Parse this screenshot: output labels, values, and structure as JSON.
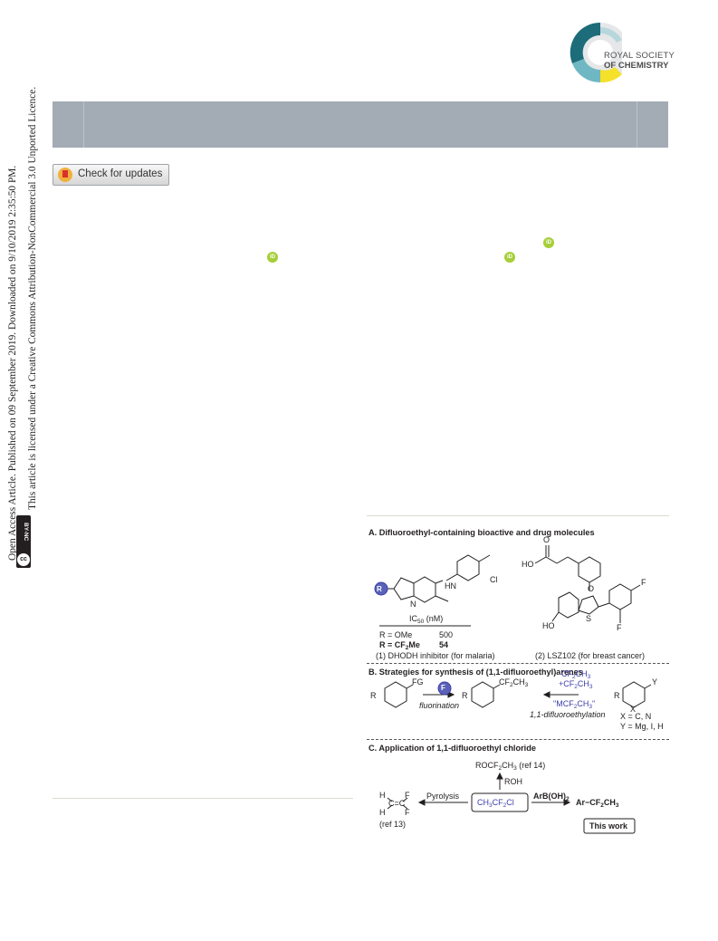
{
  "side": {
    "line1": "Open Access Article. Published on 09 September 2019. Downloaded on 9/10/2019 2:35:50 PM.",
    "line2": "This article is licensed under a Creative Commons Attribution-NonCommercial 3.0 Unported Licence.",
    "license_badge": "BY-NC",
    "cc_mark": "cc"
  },
  "logo": {
    "line1": "ROYAL SOCIETY",
    "line2": "OF CHEMISTRY",
    "colors": [
      "#1d6c7a",
      "#6fb8c3",
      "#f5e02a",
      "#4d4d4f"
    ]
  },
  "check_updates": "Check for updates",
  "orcid_label": "iD",
  "figure": {
    "section_a": "A. Difluoroethyl-containing bioactive and drug molecules",
    "a_hn": "HN",
    "a_cl": "Cl",
    "a_n": "N",
    "a_r": "R",
    "a_ic50_label": "IC",
    "a_ic50_sub": "50",
    "a_ic50_unit": " (nM)",
    "a_row1_label": "R = OMe",
    "a_row1_value": "500",
    "a_row2_label": "R = CF",
    "a_row2_sub": "2",
    "a_row2_tail": "Me",
    "a_row2_value": "54",
    "a_cap1": "(1) DHODH inhibitor (for malaria)",
    "a_o": "O",
    "a_ho": "HO",
    "a_f": "F",
    "a_s": "S",
    "a_cap2": "(2) LSZ102 (for breast cancer)",
    "section_b": "B. Strategies for synthesis of (1,1-difluoroethyl)arenes",
    "b_r": "R",
    "b_fg": "FG",
    "b_f": "F",
    "b_cf2ch3": "CF",
    "b_fluorination": "fluorination",
    "b_reag1": "·CF",
    "b_reag2": "+CF",
    "b_reag3": "\"MCF",
    "b_difluoroethylation": "1,1-difluoroethylation",
    "b_y": "Y",
    "b_x": "X",
    "b_xdef": "X = C, N",
    "b_ydef": "Y = Mg, I, H",
    "section_c": "C. Application of 1,1-difluoroethyl chloride",
    "c_top": "ROCF",
    "c_top_ref": " (ref 14)",
    "c_roh": "ROH",
    "c_pyrolysis": "Pyrolysis",
    "c_center": "CH",
    "c_arb": "ArB(OH)",
    "c_ar": "Ar−CF",
    "c_ref13": "(ref 13)",
    "c_thiswork": "This work",
    "c_h": "H",
    "c_f": "F",
    "c_cc": "C=C"
  }
}
